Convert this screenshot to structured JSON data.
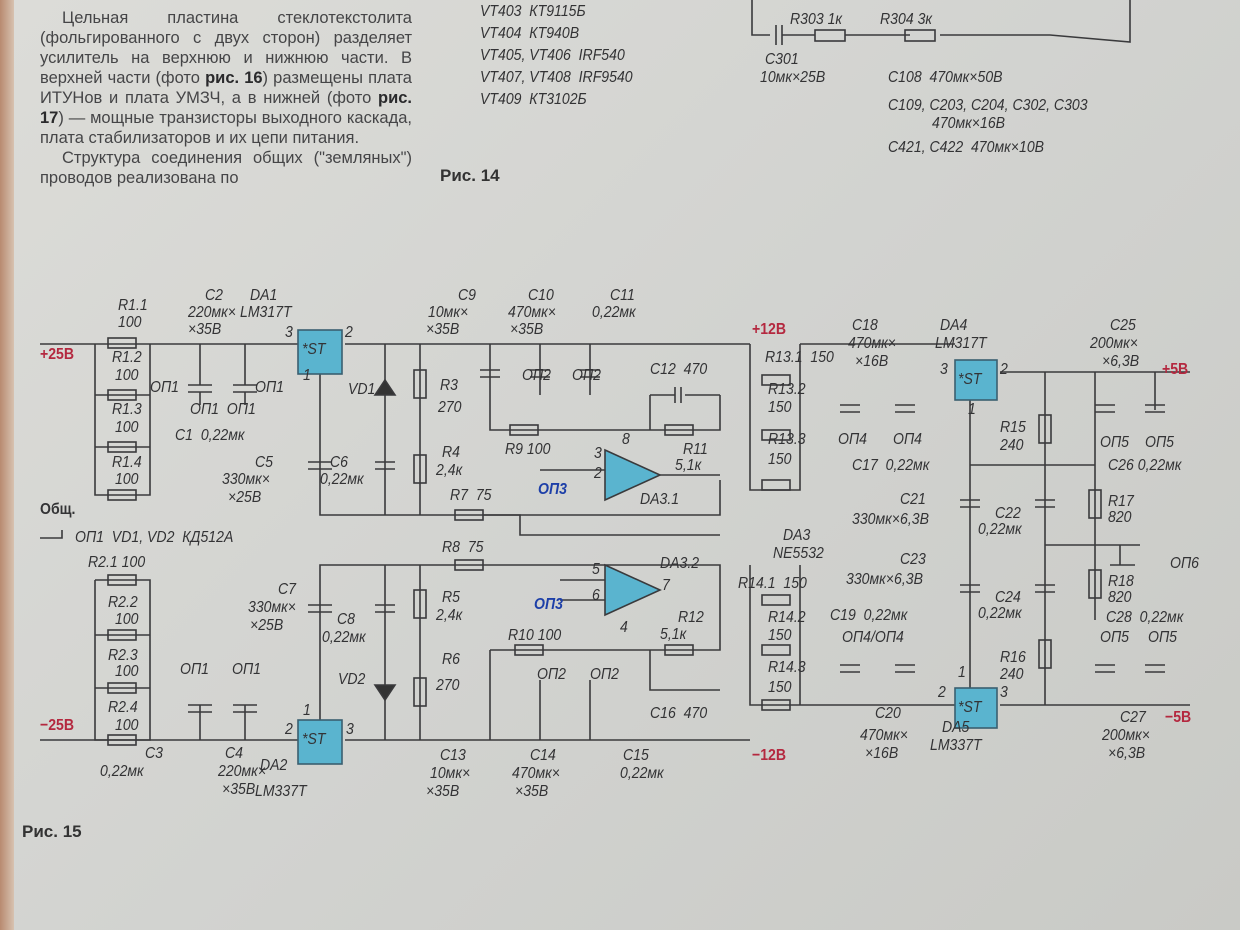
{
  "article_text": {
    "paragraph1": "Цельная пластина стеклотекстолита (фольгированного с двух сторон) разделяет усилитель на верхнюю и нижнюю части. В верхней части (фото ",
    "ref16": "рис. 16",
    "paragraph1b": ") размещены плата ИТУНов и плата УМЗЧ, а в нижней (фото ",
    "ref17": "рис. 17",
    "paragraph1c": ") — мощные транзисторы выходного каскада, плата стабилизаторов и их цепи питания.",
    "paragraph2": "Структура соединения общих (\"земляных\") проводов реализована по"
  },
  "fig14": {
    "caption": "Рис. 14",
    "transistor_list": [
      "VT403  КТ9115Б",
      "VT404  КТ940В",
      "VT405, VT406  IRF540",
      "VT407, VT408  IRF9540",
      "VT409  КТ3102Б"
    ],
    "notes": [
      "R303 1к",
      "R304 3к",
      "C301",
      "10мк×25В",
      "C108  470мк×50В",
      "C109, C203, C204, C302, C303",
      "470мк×16В",
      "C421, C422  470мк×10В"
    ]
  },
  "fig15": {
    "caption": "Рис. 15",
    "labels": [
      "+25В",
      "R1.1",
      "100",
      "R1.2",
      "100",
      "R1.3",
      "100",
      "R1.4",
      "100",
      "C2",
      "220мк×",
      "×35В",
      "DA1",
      "LM317T",
      "3",
      "2",
      "1",
      "VD1",
      "R3",
      "270",
      "R4",
      "2,4к",
      "C9",
      "10мк×",
      "×35В",
      "C10",
      "470мк×",
      "×35В",
      "C11",
      "0,22мк",
      "+12В",
      "C12  470",
      "R9 100",
      "3",
      "8",
      "2",
      "ОП3",
      "R11",
      "5,1к",
      "DA3.1",
      "ОП1  ОП1",
      "C1  0,22мк",
      "C5",
      "330мк×",
      "×25В",
      "C6",
      "0,22мк",
      "R7  75",
      "Общ.",
      "ОП1  VD1, VD2  КД512А",
      "R8  75",
      "DA3",
      "NE5532",
      "R2.1 100",
      "R2.2",
      "100",
      "R2.3",
      "100",
      "R2.4",
      "100",
      "C7",
      "330мк×",
      "×25В",
      "C8",
      "0,22мк",
      "R5",
      "2,4к",
      "5",
      "6",
      "7",
      "4",
      "ОП3",
      "DA3.2",
      "R12",
      "5,1к",
      "R10 100",
      "ОП2",
      "ОП2",
      "VD2",
      "R6",
      "270",
      "−25В",
      "C16  470",
      "C3",
      "0,22мк",
      "C4",
      "220мк×",
      "×35В",
      "ОП1",
      "ОП1",
      "DA2",
      "LM337T",
      "2",
      "3",
      "1",
      "C13",
      "10мк×",
      "×35В",
      "C14",
      "470мк×",
      "×35В",
      "C15",
      "0,22мк",
      "−12В",
      "R13.1  150",
      "R13.2",
      "150",
      "R13.3",
      "150",
      "R14.1  150",
      "R14.2",
      "150",
      "R14.3",
      "150",
      "C18",
      "470мк×",
      "×16В",
      "DA4",
      "LM317T",
      "3",
      "2",
      "1",
      "C25",
      "200мк×",
      "×6,3В",
      "+5В",
      "ОП4",
      "ОП4",
      "C17  0,22мк",
      "R15",
      "240",
      "ОП5",
      "ОП5",
      "C26 0,22мк",
      "C21",
      "330мк×6,3В",
      "R17",
      "820",
      "C22",
      "0,22мк",
      "C23",
      "330мк×6,3В",
      "ОП6",
      "C24",
      "0,22мк",
      "R18",
      "820",
      "C19  0,22мк",
      "ОП4/ОП4",
      "C28  0,22мк",
      "R16",
      "240",
      "ОП5",
      "ОП5",
      "C20",
      "470мк×",
      "×16В",
      "DA5",
      "LM337T",
      "1",
      "2",
      "3",
      "C27",
      "200мк×",
      "×6,3В",
      "−5В",
      "ОП2",
      "ОП2",
      "ОП1",
      "ОП1",
      "*ST",
      "*ST",
      "*ST",
      "*ST"
    ]
  },
  "colors": {
    "rail_label": "#b4283f",
    "ground_mark": "#1d3fa8",
    "ic_fill": "#5ab4cf",
    "paper": "#d6d6d2"
  }
}
